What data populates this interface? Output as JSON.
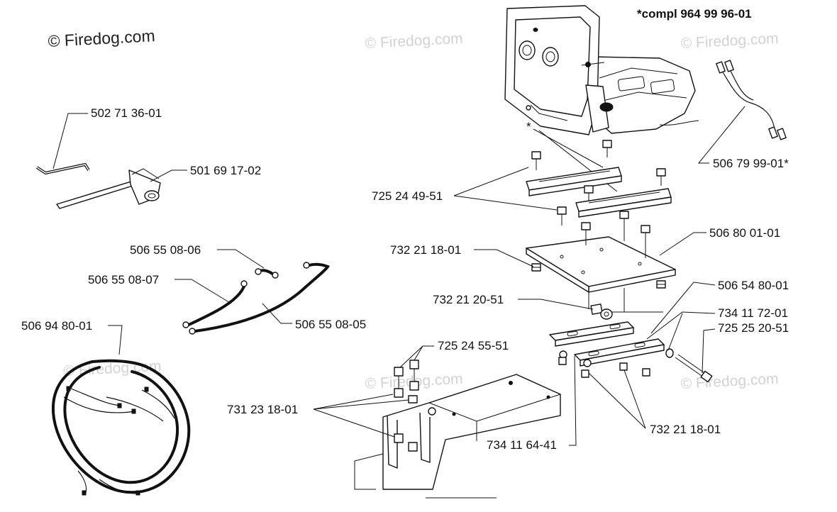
{
  "watermarks": {
    "main": "© Firedog.com",
    "faint": "© Firedog.com"
  },
  "kit_note": "*compl 964 99 96-01",
  "callouts": {
    "seat_asterisk": "*",
    "hex_key": "502 71 36-01",
    "socket_wrench": "501 69 17-02",
    "cable_short": "506 55 08-06",
    "cable_medium": "506 55 08-07",
    "cable_long": "506 55 08-05",
    "harness": "506 94 80-01",
    "seat_cable": "506 79 99-01*",
    "rail_screws": "725 24 49-51",
    "plate_nuts": "732 21 18-01",
    "base_plate": "506 80 01-01",
    "washer_nut": "732 21 20-51",
    "bracket_plate": "506 54 80-01",
    "pin": "734 11 72-01",
    "bolt_long": "725 25 20-51",
    "frame_screws": "725 24 55-51",
    "frame_nuts": "731 23 18-01",
    "spacer": "734 11 64-41",
    "bracket_nuts": "732 21 18-01"
  }
}
